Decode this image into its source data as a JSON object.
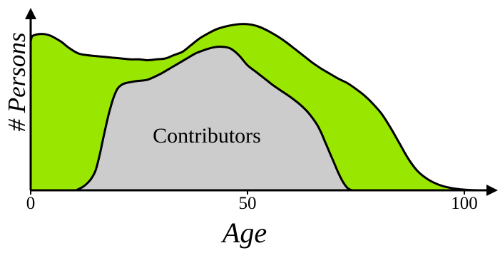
{
  "chart_data": {
    "type": "area",
    "title": "",
    "xlabel": "Age",
    "ylabel": "# Persons",
    "xlim": [
      0,
      105
    ],
    "ylim": [
      0,
      1
    ],
    "ticks": {
      "x": [
        {
          "value": 0,
          "label": "0"
        },
        {
          "value": 50,
          "label": "50"
        },
        {
          "value": 100,
          "label": "100"
        }
      ]
    },
    "grid": false,
    "legend": "none",
    "series": [
      {
        "key": "population",
        "color": "#99e600",
        "x": [
          0,
          0.3,
          1,
          2,
          3,
          4,
          5,
          7,
          9,
          11,
          13,
          15,
          17,
          19,
          21,
          23,
          25,
          27,
          29,
          31,
          33,
          35,
          37,
          39,
          41,
          43,
          45,
          47,
          49,
          51,
          53,
          55,
          57,
          59,
          61,
          63,
          65,
          67,
          69,
          71,
          73,
          75,
          77,
          79,
          81,
          83,
          85,
          87,
          89,
          91,
          93,
          95,
          97,
          99,
          101,
          103
        ],
        "values": [
          0.88,
          0.91,
          0.92,
          0.925,
          0.925,
          0.92,
          0.91,
          0.88,
          0.84,
          0.81,
          0.8,
          0.795,
          0.79,
          0.785,
          0.78,
          0.775,
          0.775,
          0.77,
          0.775,
          0.78,
          0.8,
          0.82,
          0.86,
          0.9,
          0.93,
          0.955,
          0.97,
          0.98,
          0.985,
          0.98,
          0.965,
          0.94,
          0.91,
          0.875,
          0.835,
          0.795,
          0.755,
          0.72,
          0.69,
          0.66,
          0.635,
          0.6,
          0.56,
          0.51,
          0.45,
          0.37,
          0.28,
          0.19,
          0.12,
          0.075,
          0.045,
          0.025,
          0.013,
          0.006,
          0.002,
          0
        ]
      },
      {
        "key": "contributors",
        "name": "Contributors",
        "color": "#cccccc",
        "x": [
          10.5,
          12,
          13,
          14,
          15,
          16,
          17,
          18,
          19,
          20,
          21,
          22,
          23,
          24,
          25,
          26,
          27,
          28,
          30,
          32,
          34,
          36,
          38,
          40,
          42,
          44,
          46,
          48,
          50,
          52,
          54,
          56,
          58,
          60,
          62,
          64,
          66,
          67,
          68,
          69,
          70,
          71,
          72,
          73,
          74
        ],
        "values": [
          0,
          0.02,
          0.04,
          0.07,
          0.12,
          0.22,
          0.34,
          0.45,
          0.54,
          0.6,
          0.625,
          0.635,
          0.64,
          0.645,
          0.648,
          0.65,
          0.655,
          0.665,
          0.69,
          0.72,
          0.75,
          0.78,
          0.81,
          0.83,
          0.845,
          0.85,
          0.84,
          0.8,
          0.74,
          0.7,
          0.66,
          0.62,
          0.585,
          0.55,
          0.51,
          0.46,
          0.39,
          0.34,
          0.28,
          0.22,
          0.16,
          0.1,
          0.05,
          0.015,
          0
        ]
      }
    ]
  }
}
